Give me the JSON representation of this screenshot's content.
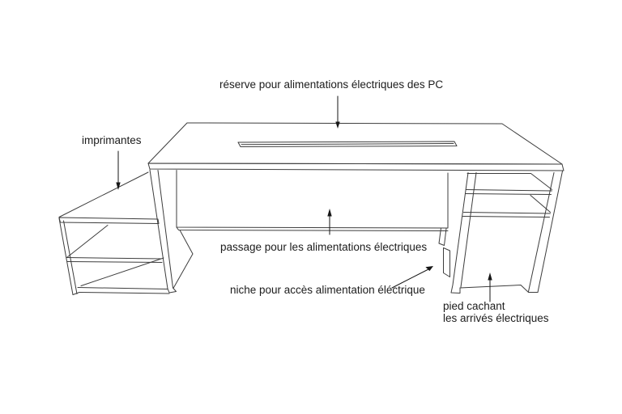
{
  "figure": {
    "type": "technical-line-drawing",
    "subject": "desk with cable management, printer shelf and pedestal",
    "background_color": "#ffffff",
    "line_color": "#3d3d3d",
    "arrow_color": "#161616",
    "text_color": "#1c1c1c",
    "labels": {
      "reserve": "réserve pour alimentations électriques des PC",
      "imprimantes": "imprimantes",
      "passage": "passage pour les alimentations électriques",
      "niche": "niche pour accès alimentation éléctrique",
      "pied_line1": "pied cachant",
      "pied_line2": "les arrivés électriques"
    }
  }
}
